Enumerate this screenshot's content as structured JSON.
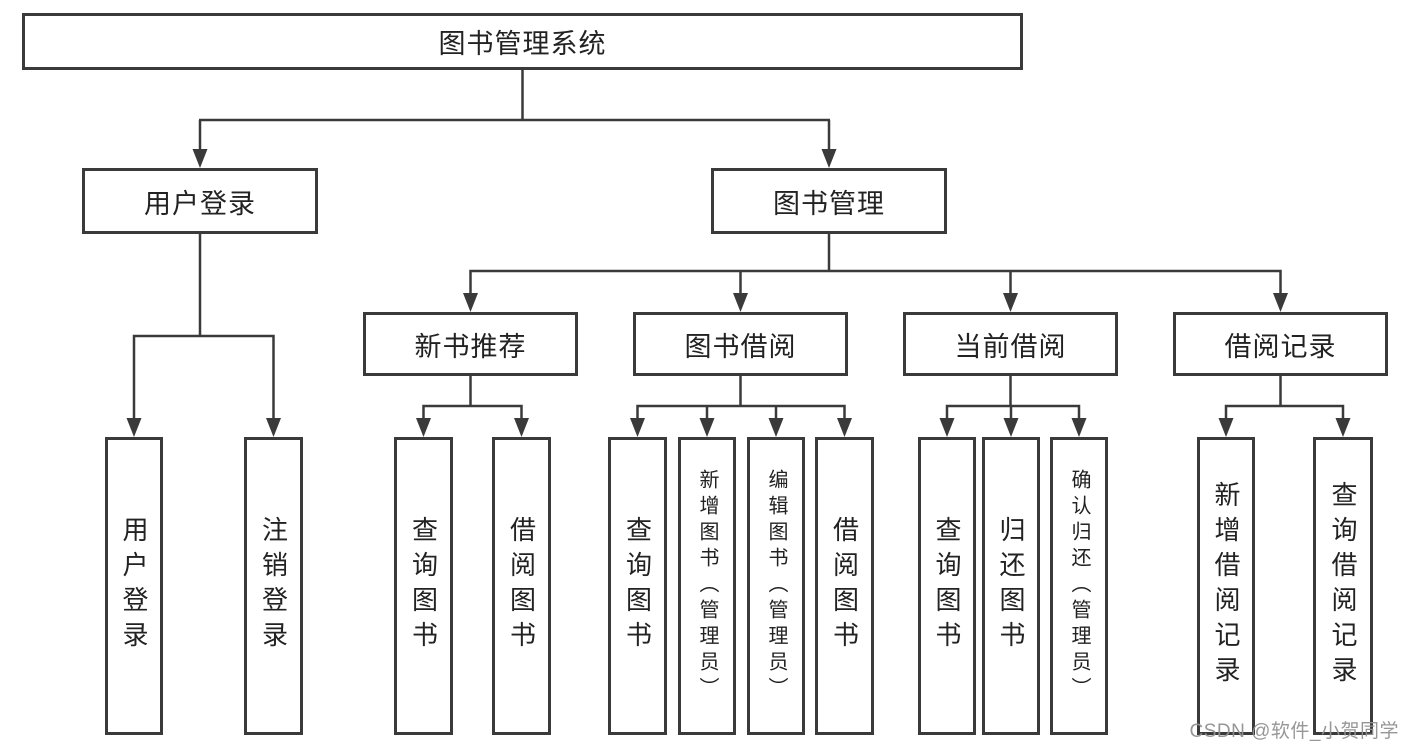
{
  "tree": {
    "label": "图书管理系统",
    "children": [
      {
        "label": "用户登录",
        "children": [
          "用户登录",
          "注销登录"
        ]
      },
      {
        "label": "图书管理",
        "children": [
          {
            "label": "新书推荐",
            "children": [
              "查询图书",
              "借阅图书"
            ]
          },
          {
            "label": "图书借阅",
            "children": [
              "查询图书",
              "新增图书（管理员）",
              "编辑图书（管理员）",
              "借阅图书"
            ]
          },
          {
            "label": "当前借阅",
            "children": [
              "查询图书",
              "归还图书",
              "确认归还（管理员）"
            ]
          },
          {
            "label": "借阅记录",
            "children": [
              "新增借阅记录",
              "查询借阅记录"
            ]
          }
        ]
      }
    ]
  },
  "watermark": {
    "text": "CSDN @软件_小贺同学"
  },
  "colors": {
    "line": "#3a3a3a",
    "text": "#222222",
    "background": "#ffffff",
    "watermark": "#919191"
  }
}
